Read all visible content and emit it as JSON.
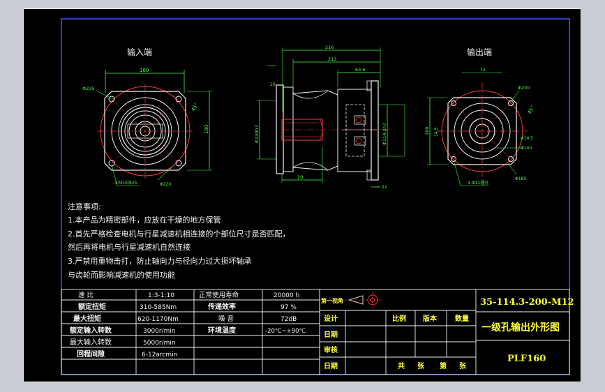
{
  "views": {
    "input_title": "输入端",
    "output_title": "输出端",
    "dims": {
      "input_width": "180",
      "input_sq": "Φ235",
      "input_side": "180",
      "input_angle": "45°",
      "input_holes": "4-M10深25",
      "input_bolt": "Φ220",
      "side_total": "216",
      "side_mid": "213",
      "side_right": "63.6",
      "side_small": "10",
      "side_left_dia": "Φ130h7",
      "side_right_dia": "Φ114.3h7",
      "side_bottom": "20",
      "side_bottom2": "22",
      "out_top": "72",
      "out_dia": "Φ200",
      "out_side": "160",
      "out_inner": "14.5",
      "out_hole": "Φ14.5",
      "out_angle": "45°",
      "out_holes": "4-Φ11通孔",
      "out_bolt": "Φ185",
      "out_key": "Φ140"
    }
  },
  "notes": {
    "title": "注意事项:",
    "lines": [
      "1.本产品为精密部件，应放在干燥的地方保管",
      "2.首先严格检查电机与行星减速机相连接的个部位尺寸是否匹配，",
      "然后再将电机与行星减速机自然连接",
      "3.严禁用重物击打，防止轴向力与径向力过大损坏轴承",
      "与齿轮而影响减速机的使用功能"
    ]
  },
  "spec_table": {
    "rows": [
      {
        "label": "速 比",
        "value": "1:3-1:10",
        "label2": "正常使用寿命",
        "value2": "20000 h"
      },
      {
        "label": "额定扭矩",
        "value": "310-585Nm",
        "label2": "传递效率",
        "value2": "97 %"
      },
      {
        "label": "最大扭矩",
        "value": "620-1170Nm",
        "label2": "噪 音",
        "value2": "72dB"
      },
      {
        "label": "额定输入转数",
        "value": "3000r/min",
        "label2": "环境温度",
        "value2": "-20℃~+90℃"
      },
      {
        "label": "最大输入转数",
        "value": "5000r/min",
        "label2": "",
        "value2": ""
      },
      {
        "label": "回程间隙",
        "value": "6-12arcmin",
        "label2": "",
        "value2": ""
      }
    ]
  },
  "title_block": {
    "angle_label": "第一视角",
    "row_labels": [
      "设计",
      "日期",
      "审核",
      "日期"
    ],
    "col_heads": [
      "比例",
      "版本",
      "数量"
    ],
    "sheet": [
      "共",
      "张",
      "第",
      "张"
    ],
    "drawing_no": "35-114.3-200-M12",
    "drawing_name": "一级孔输出外形图",
    "model": "PLF160"
  },
  "colors": {
    "background": "#000000",
    "border_blue": "#3a5cff",
    "line_white": "#f2f2f2",
    "dim_green": "#44ff44",
    "center_red": "#ff3b3b",
    "title_yellow": "#ffff33"
  }
}
